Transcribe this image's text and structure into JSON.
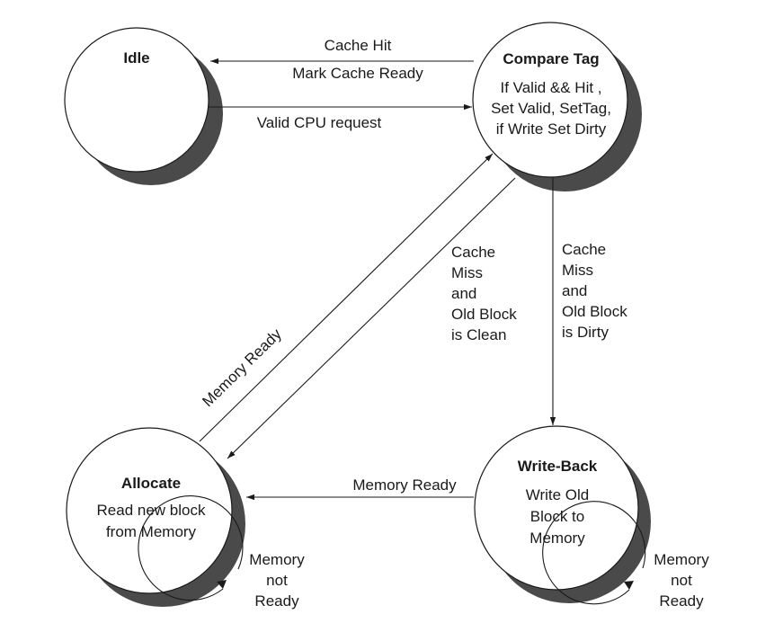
{
  "states": {
    "idle": {
      "title": "Idle",
      "lines": []
    },
    "compare_tag": {
      "title": "Compare Tag",
      "lines": [
        "If Valid && Hit ,",
        "Set Valid, SetTag,",
        "if Write Set Dirty"
      ]
    },
    "allocate": {
      "title": "Allocate",
      "lines": [
        "Read new block",
        "from Memory"
      ]
    },
    "write_back": {
      "title": "Write-Back",
      "lines": [
        "Write Old",
        "Block to",
        "Memory"
      ]
    }
  },
  "transitions": {
    "cache_hit": {
      "lines": [
        "Cache Hit",
        "Mark Cache Ready"
      ]
    },
    "valid_cpu_request": {
      "lines": [
        "Valid CPU request"
      ]
    },
    "miss_clean": {
      "lines": [
        "Cache",
        "Miss",
        "and",
        "Old Block",
        "is Clean"
      ]
    },
    "miss_dirty": {
      "lines": [
        "Cache",
        "Miss",
        "and",
        "Old Block",
        "is Dirty"
      ]
    },
    "allocate_memory_ready": {
      "lines": [
        "Memory Ready"
      ]
    },
    "writeback_memory_ready": {
      "lines": [
        "Memory Ready"
      ]
    },
    "allocate_not_ready": {
      "lines": [
        "Memory",
        "not",
        "Ready"
      ]
    },
    "writeback_not_ready": {
      "lines": [
        "Memory",
        "not",
        "Ready"
      ]
    }
  }
}
